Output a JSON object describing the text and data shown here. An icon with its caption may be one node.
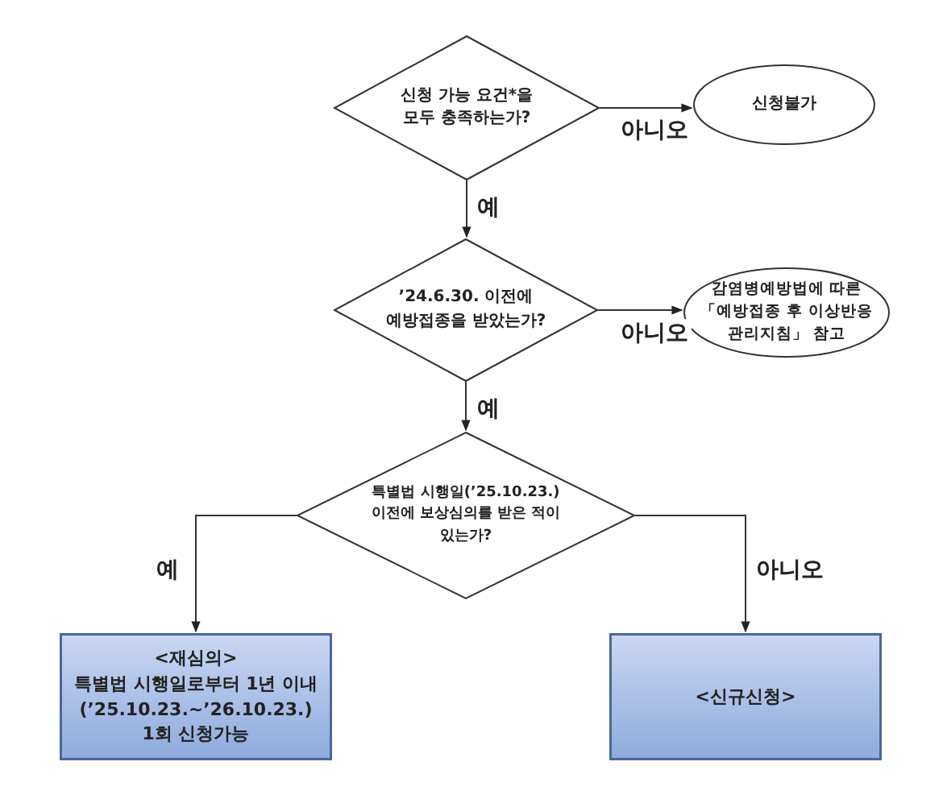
{
  "diagram": {
    "nodes": [
      {
        "text": [
          "신청 가능 요건*을 모두 충족하는가?"
        ]
      },
      {
        "text": [
          "신청불가"
        ]
      },
      {
        "text": [
          "’24.6.30. 이전에 예방접종을 받았는가?"
        ]
      },
      {
        "text": [
          "감염병예방법에 따른 「예방접종 후 이상반응 관리지침」 참고"
        ]
      },
      {
        "text": [
          "특별법 시행일(’25.10.23.) 이전에 보상심의를 받은 적이 있는가?"
        ]
      },
      {
        "text": [
          "<재심의>",
          "특별법 시행일로부터 1년 이내",
          "(’25.10.23.~’26.10.23.)",
          "1회 신청가능"
        ]
      },
      {
        "text": [
          "<신규신청>"
        ]
      }
    ],
    "edges": [
      {
        "from": 0,
        "to": 1,
        "arrow": "to",
        "label": "아니오"
      },
      {
        "from": 0,
        "to": 2,
        "arrow": "to",
        "label": "예"
      },
      {
        "from": 2,
        "to": 3,
        "arrow": "to",
        "label": "아니오"
      },
      {
        "from": 2,
        "to": 4,
        "arrow": "to",
        "label": "예"
      },
      {
        "from": 4,
        "to": 5,
        "arrow": "to",
        "label": "예"
      },
      {
        "from": 4,
        "to": 6,
        "arrow": "to",
        "label": "아니오"
      }
    ]
  }
}
